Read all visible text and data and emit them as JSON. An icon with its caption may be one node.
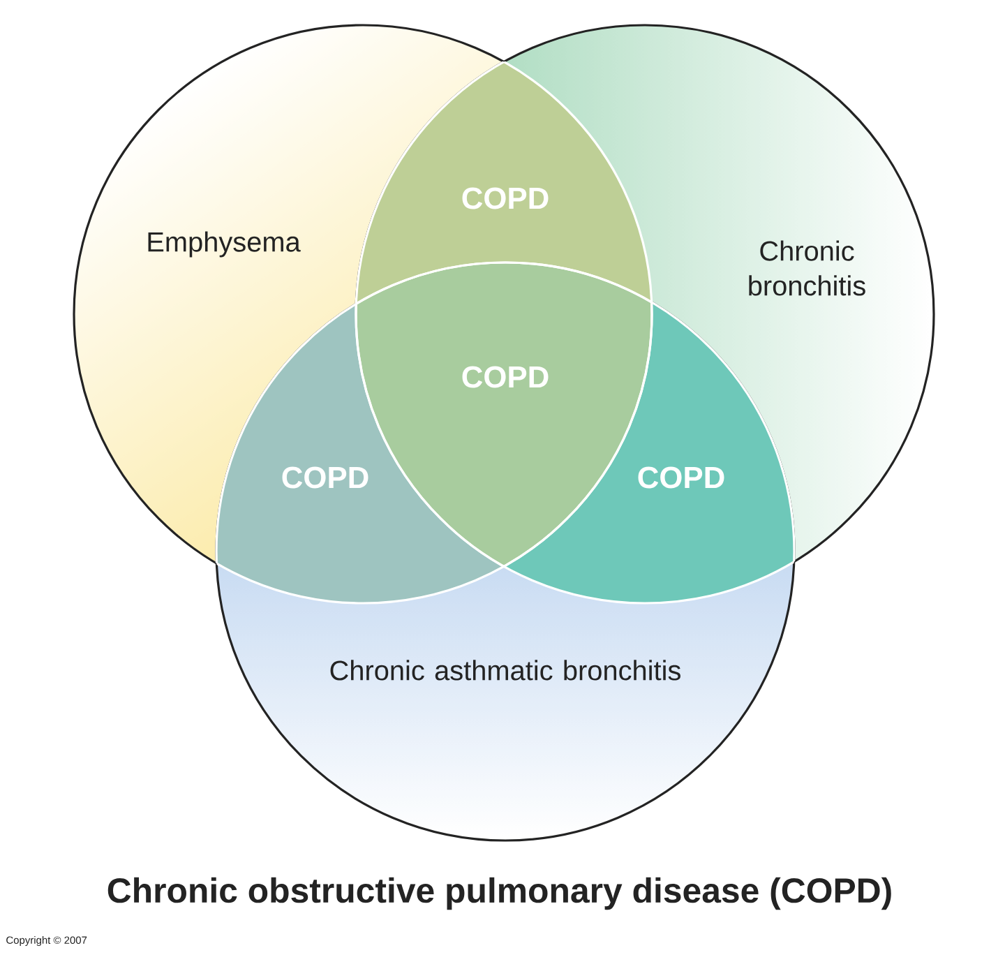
{
  "diagram": {
    "title": "Chronic obstructive pulmonary disease (COPD)",
    "nodes": [
      {
        "text": [
          "Emphysema"
        ]
      },
      {
        "text": [
          "Chronic bronchitis"
        ]
      },
      {
        "text": [
          "Chronic asthmatic bronchitis"
        ]
      }
    ],
    "labels": [
      "COPD",
      "COPD",
      "COPD",
      "COPD",
      "Copyright © 2007"
    ]
  }
}
